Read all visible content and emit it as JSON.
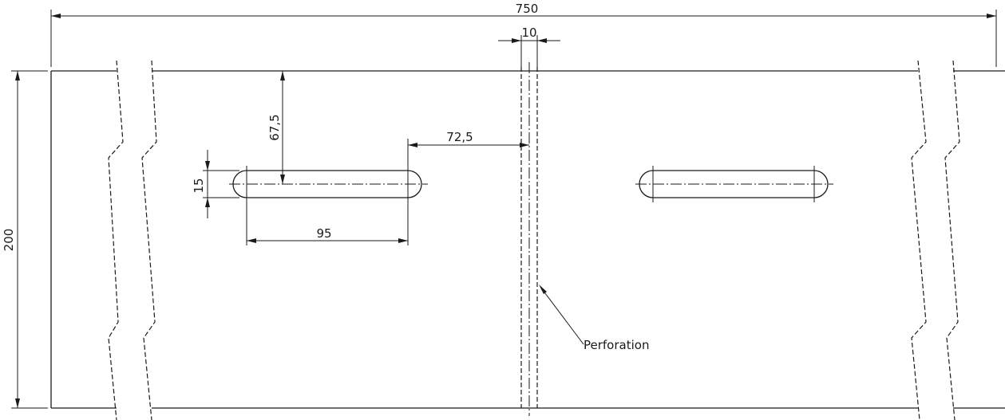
{
  "dimensions": {
    "overall_length": "750",
    "height": "200",
    "perforation_width": "10",
    "slot_offset_top": "67,5",
    "slot_to_perforation": "72,5",
    "slot_width": "15",
    "slot_length": "95"
  },
  "annotations": {
    "perforation_label": "Perforation"
  }
}
